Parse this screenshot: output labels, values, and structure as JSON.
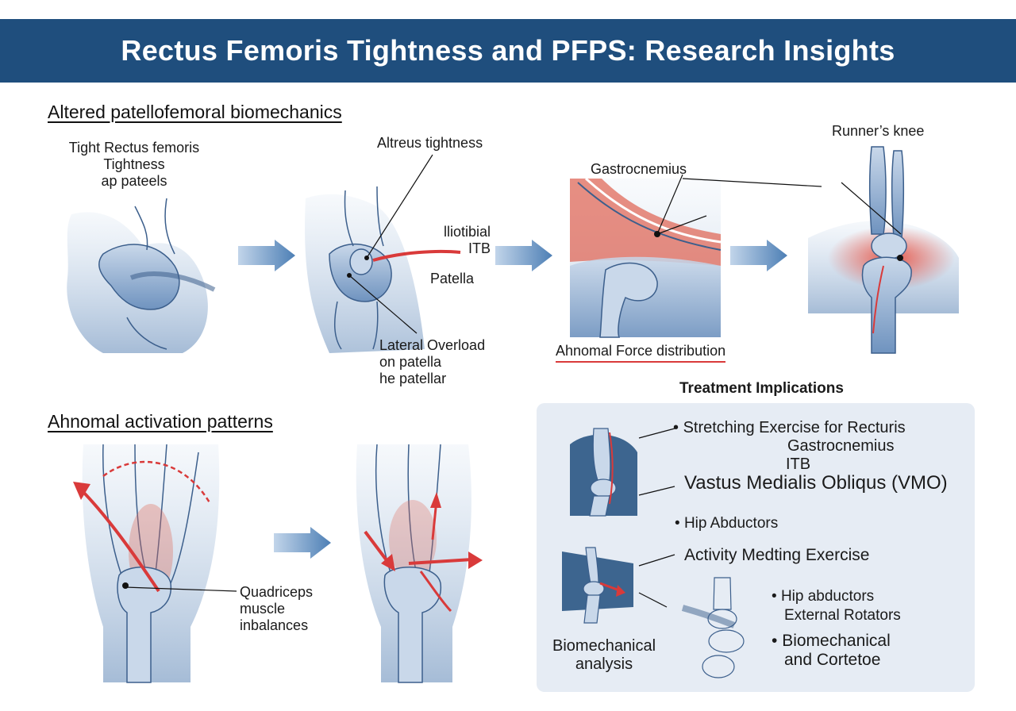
{
  "title": "Rectus Femoris Tightness and PFPS: Research Insights",
  "sections": {
    "top_heading": "Altered patellofemoral biomechanics",
    "bottom_heading": "Ahnomal activation patterns",
    "treatment_heading": "Treatment Implications"
  },
  "top_row": {
    "fig1_label": [
      "Tight Rectus femoris",
      "Tightness",
      "ap pateels"
    ],
    "fig2_label_top": "Altreus tightness",
    "fig2_label_itb": [
      "lliotibial",
      "ITB"
    ],
    "fig2_label_patella": "Patella",
    "fig2_label_bottom": [
      "Lateral Overload",
      "on patella",
      "he patellar"
    ],
    "fig3_label_top": "Gastrocnemius",
    "fig3_label_bottom": "Ahnomal Force distribution",
    "fig4_label_top": "Runner’s knee"
  },
  "bottom_row": {
    "label": [
      "Quadriceps",
      "muscle",
      "inbalances"
    ]
  },
  "treatment": {
    "item1": "Stretching Exercise for Recturis",
    "item1_sub1": "Gastrocnemius",
    "item1_sub2": "ITB",
    "item2": "Vastus Medialis Obliqus (VMO)",
    "item3": "Hip Abductors",
    "item4": "Activity Medting Exercise",
    "item5": "Hip abductors",
    "item5_sub": "External Rotators",
    "item6": "Biomechanical",
    "item6_sub": "and Cortetoe",
    "caption": [
      "Biomechanical",
      "analysis"
    ]
  },
  "colors": {
    "banner": "#1f4e7d",
    "muscle_red": "#d93a3a",
    "bone_blue": "#6f93bf",
    "arrow_blue": "#4d7fb5",
    "panel_bg": "#e6ecf4"
  }
}
